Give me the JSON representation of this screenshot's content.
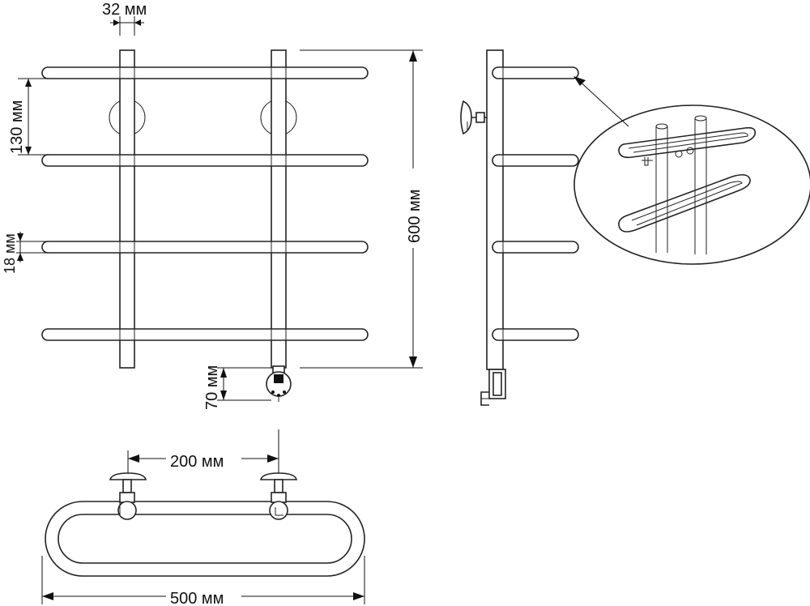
{
  "dimensions": {
    "pipe_width": "32 мм",
    "bar_spacing": "130 мм",
    "bar_diameter": "18 мм",
    "total_height": "600 мм",
    "bottom_offset": "70 мм",
    "mount_spacing": "200 мм",
    "total_width": "500 мм"
  }
}
